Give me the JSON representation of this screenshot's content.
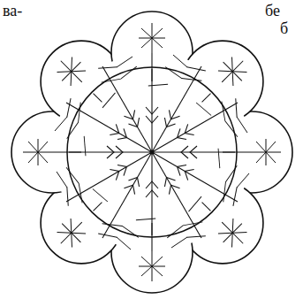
{
  "diagram": {
    "labels": [
      "ва-",
      "бе",
      "б"
    ]
  }
}
